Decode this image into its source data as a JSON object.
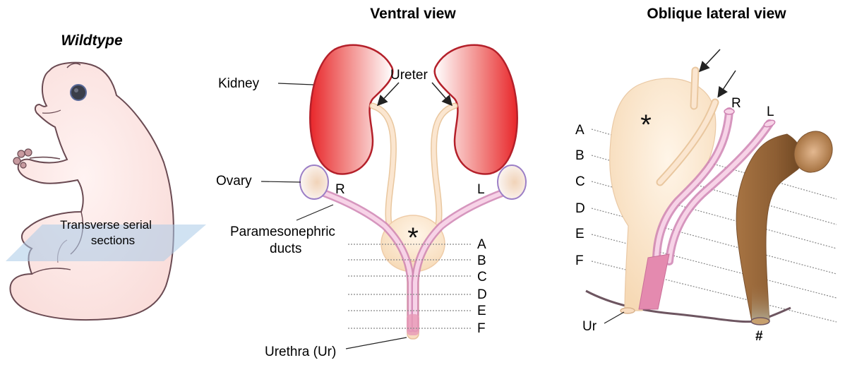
{
  "panels": {
    "left": {
      "title": "Wildtype",
      "plane_label_line1": "Transverse serial",
      "plane_label_line2": "sections"
    },
    "middle": {
      "title": "Ventral view",
      "labels": {
        "kidney": "Kidney",
        "ureter": "Ureter",
        "ovary": "Ovary",
        "right": "R",
        "left": "L",
        "ducts_line1": "Paramesonephric",
        "ducts_line2": "ducts",
        "urethra": "Urethra (Ur)",
        "asterisk": "*"
      },
      "section_letters": [
        "A",
        "B",
        "C",
        "D",
        "E",
        "F"
      ]
    },
    "right": {
      "title": "Oblique lateral view",
      "labels": {
        "right": "R",
        "left": "L",
        "urethra": "Ur",
        "hash": "#",
        "asterisk": "*"
      },
      "section_letters": [
        "A",
        "B",
        "C",
        "D",
        "E",
        "F"
      ]
    }
  },
  "colors": {
    "embryo_skin": "#fbe3e1",
    "embryo_outline": "#6a4a52",
    "kidney_red": "#e8262a",
    "ureter": "#f8dcc0",
    "duct_pink": "#f2b8d6",
    "plane_blue": "#a9cbe8",
    "rectum_brown": "#9a6a3c",
    "bladder": "#f6dcbb"
  }
}
